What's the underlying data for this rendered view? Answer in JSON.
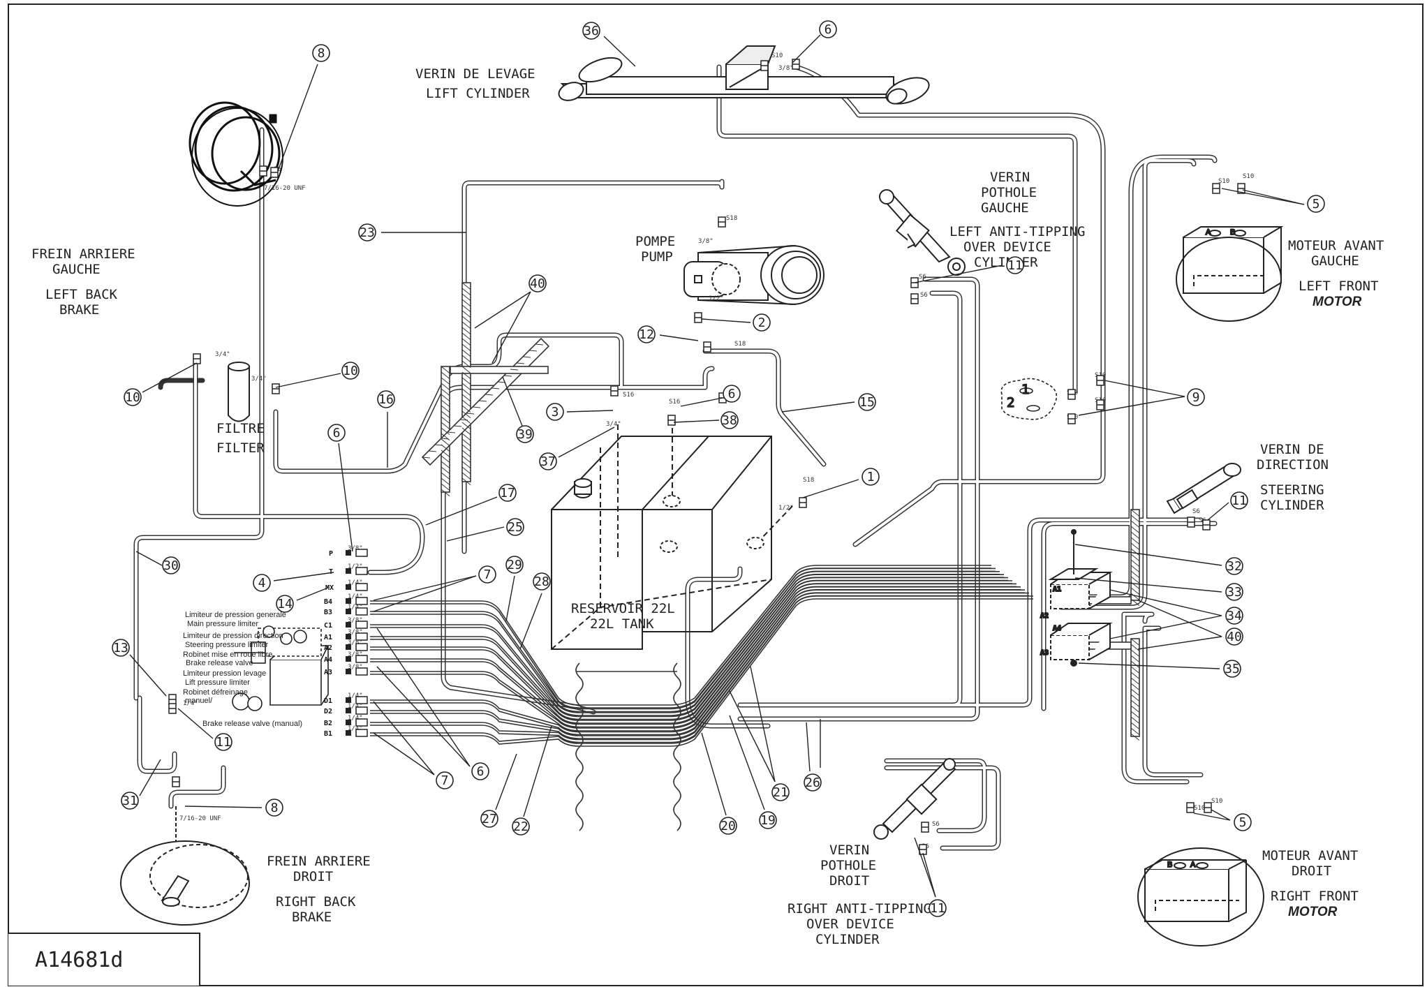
{
  "drawing_id": "A14681d",
  "labels": {
    "lift_fr": "VERIN DE LEVAGE",
    "lift_en": "LIFT CYLINDER",
    "brake_lb_fr1": "FREIN ARRIERE",
    "brake_lb_fr2": "GAUCHE",
    "brake_lb_en1": "LEFT BACK",
    "brake_lb_en2": "BRAKE",
    "pump_fr": "POMPE",
    "pump_en": "PUMP",
    "filter_fr": "FILTRE",
    "filter_en": "FILTER",
    "tank1": "RESERVOIR 22L",
    "tank2": "22L TANK",
    "pothole_l1": "VERIN",
    "pothole_l2": "POTHOLE",
    "pothole_l3": "GAUCHE",
    "left_anti1": "LEFT ANTI-TIPPING",
    "left_anti2": "OVER DEVICE",
    "left_anti3": "CYLINDER",
    "motor_lf1": "MOTEUR AVANT",
    "motor_lf2": "GAUCHE",
    "motor_lf3": "LEFT FRONT",
    "motor_lf4": "MOTOR",
    "steer1": "VERIN DE",
    "steer2": "DIRECTION",
    "steer3": "STEERING",
    "steer4": "CYLINDER",
    "motor_rf1": "MOTEUR AVANT",
    "motor_rf2": "DROIT",
    "motor_rf3": "RIGHT FRONT",
    "motor_rf4": "MOTOR",
    "pothole_r1": "VERIN",
    "pothole_r2": "POTHOLE",
    "pothole_r3": "DROIT",
    "right_anti1": "RIGHT ANTI-TIPPING",
    "right_anti2": "OVER DEVICE",
    "right_anti3": "CYLINDER",
    "brake_rb_fr1": "FREIN ARRIERE",
    "brake_rb_fr2": "DROIT",
    "brake_rb_en1": "RIGHT BACK",
    "brake_rb_en2": "BRAKE"
  },
  "valve_notes": {
    "n1": "Limiteur de pression generale",
    "n2": "Main pressure limiter",
    "n3": "Limiteur de pression direction",
    "n4": "Steering pressure limiter",
    "n5": "Robinet mise en roue libre",
    "n6": "Brake release valve",
    "n7": "Limiteur pression levage",
    "n8": "Lift pressure limiter",
    "n9": "Robinet défreinage",
    "n10": "manuel/",
    "n11": "Brake release valve (manual)"
  },
  "ports": [
    "P",
    "T",
    "MX",
    "B4",
    "B3",
    "C1",
    "A1",
    "A2",
    "A4",
    "A3",
    "D1",
    "D2",
    "B2",
    "B1"
  ],
  "port_sizes": {
    "P": "3/8\"",
    "T": "1/2\"",
    "MX": "1/4\"",
    "B4": "1/4\"",
    "B3": "1/4\"",
    "C1": "3/8\"",
    "A1": "3/8\"",
    "A2": "3/8\"",
    "A4": "3/8\"",
    "A3": "3/8\"",
    "D1": "1/4\"",
    "D2": "1/4\"",
    "B2": "1/4\"",
    "B1": "1/4\""
  },
  "fittings": {
    "unf_top": "7/16-20 UNF",
    "unf_bottom": "7/16-20 UNF",
    "s6": "S6",
    "s10": "S10",
    "s18": "S18",
    "s16": "S16",
    "three_quarter": "3/4\"",
    "three_eighth": "3/8\"",
    "half": "1/2\"",
    "quarter": "1/4\""
  },
  "small_circles": {
    "c1": "1",
    "c2": "2"
  },
  "block_ports": {
    "a1": "A1",
    "a2": "A2",
    "a4": "A4",
    "a3": "A3",
    "a": "A",
    "b": "B"
  },
  "callouts": [
    "1",
    "2",
    "3",
    "4",
    "5",
    "6",
    "7",
    "8",
    "9",
    "10",
    "11",
    "12",
    "13",
    "14",
    "15",
    "16",
    "17",
    "19",
    "20",
    "21",
    "22",
    "23",
    "25",
    "26",
    "27",
    "28",
    "29",
    "30",
    "31",
    "32",
    "33",
    "34",
    "35",
    "36",
    "37",
    "38",
    "39",
    "40"
  ]
}
